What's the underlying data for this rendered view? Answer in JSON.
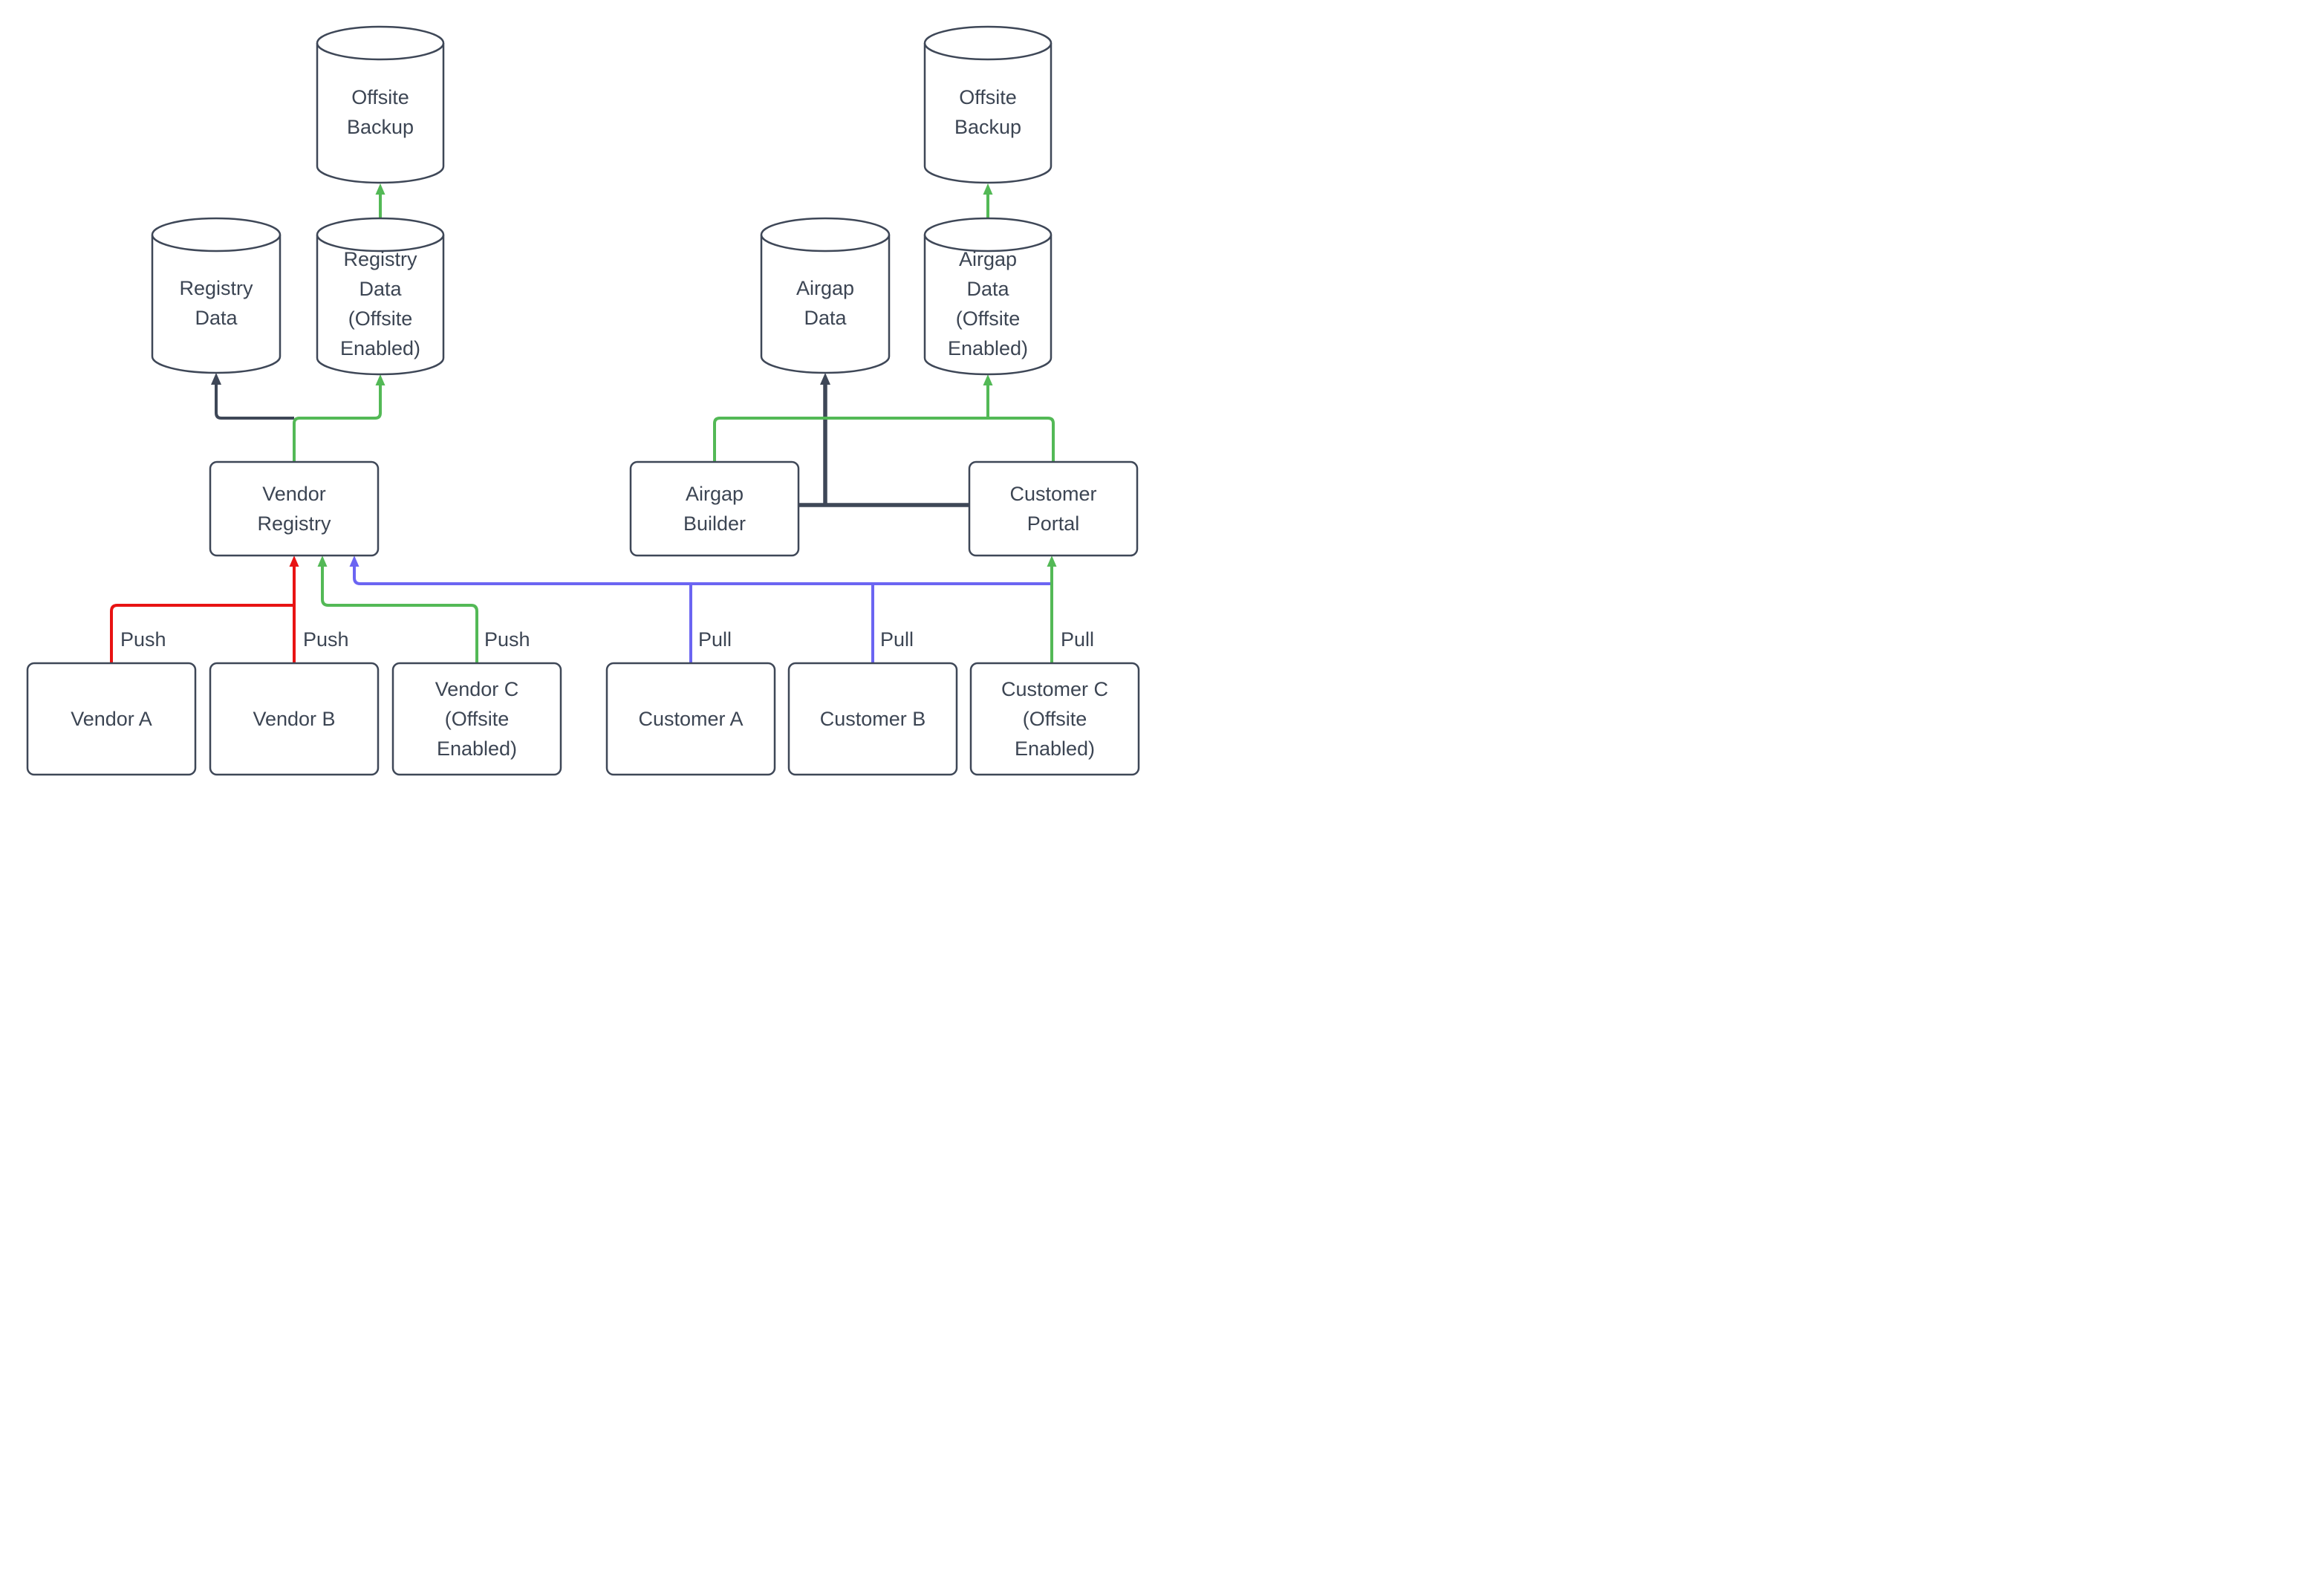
{
  "nodes": {
    "offsite_backup_left": "Offsite\nBackup",
    "registry_data": "Registry\nData",
    "registry_data_offsite": "Registry\nData\n(Offsite\nEnabled)",
    "vendor_registry": "Vendor\nRegistry",
    "vendor_a": "Vendor A",
    "vendor_b": "Vendor B",
    "vendor_c": "Vendor C\n(Offsite\nEnabled)",
    "offsite_backup_right": "Offsite\nBackup",
    "airgap_data": "Airgap\nData",
    "airgap_data_offsite": "Airgap\nData\n(Offsite\nEnabled)",
    "airgap_builder": "Airgap\nBuilder",
    "customer_portal": "Customer\nPortal",
    "customer_a": "Customer A",
    "customer_b": "Customer B",
    "customer_c": "Customer C\n(Offsite\nEnabled)"
  },
  "edge_labels": {
    "push": "Push",
    "pull": "Pull"
  },
  "colors": {
    "node_stroke": "#3e4757",
    "push_red": "#e81313",
    "offsite_green": "#53b956",
    "pull_blue": "#6b65f2"
  }
}
